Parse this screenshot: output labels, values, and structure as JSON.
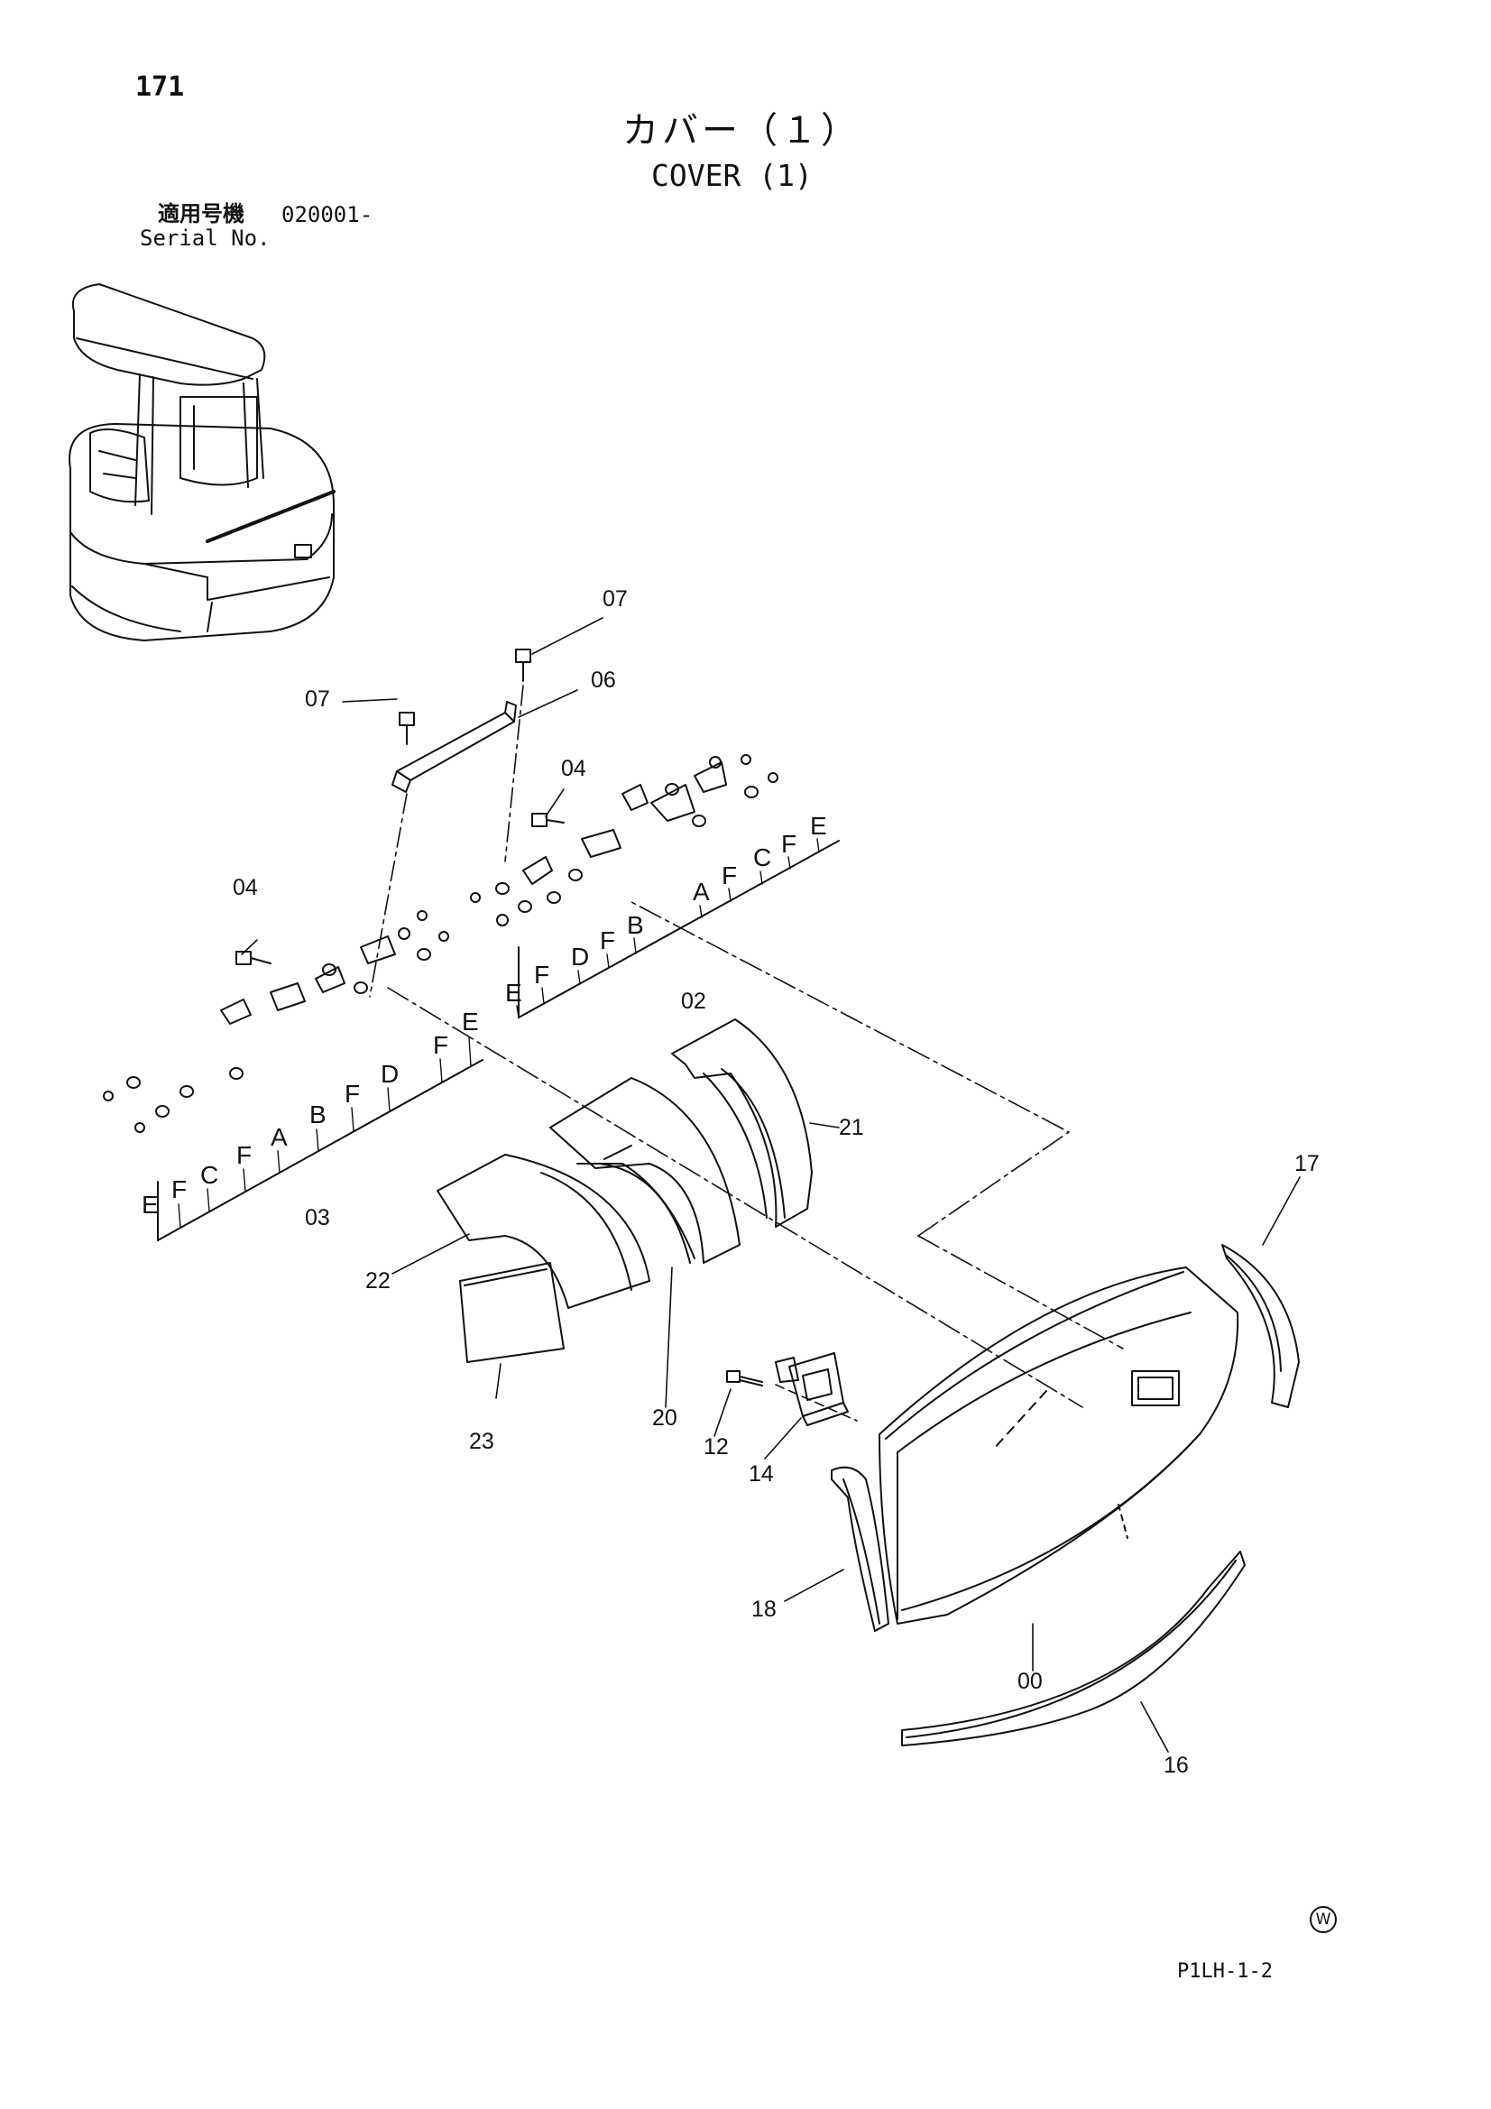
{
  "page_number": "171",
  "title_ja": "カバー（１）",
  "title_en": "COVER (1)",
  "serial": {
    "label_ja": "適用号機",
    "value": "020001-",
    "label_en": "Serial No."
  },
  "doc_code": "P1LH-1-2",
  "corner_mark": "W",
  "callouts": {
    "c00": "00",
    "c02": "02",
    "c03": "03",
    "c04a": "04",
    "c04b": "04",
    "c06": "06",
    "c07a": "07",
    "c07b": "07",
    "c12": "12",
    "c14": "14",
    "c16": "16",
    "c17": "17",
    "c18": "18",
    "c20": "20",
    "c21": "21",
    "c22": "22",
    "c23": "23"
  },
  "group_02_letters": {
    "l1": "E",
    "l2": "F",
    "l3": "D",
    "l4": "F",
    "l5": "B",
    "l6": "A",
    "l7": "F",
    "l8": "C",
    "l9": "F",
    "l10": "E"
  },
  "group_03_letters": {
    "l1": "E",
    "l2": "F",
    "l3": "C",
    "l4": "F",
    "l5": "A",
    "l6": "B",
    "l7": "F",
    "l8": "D",
    "l9": "F",
    "l10": "E"
  },
  "icons": {
    "corner_mark": "circled-w-icon"
  }
}
